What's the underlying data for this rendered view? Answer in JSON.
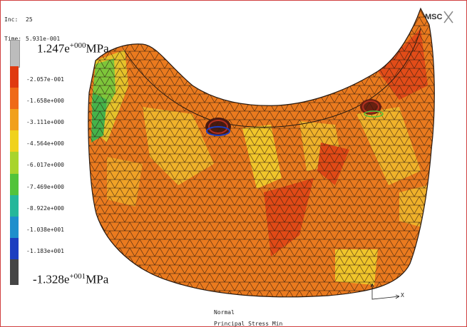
{
  "header": {
    "inc_label": "Inc:",
    "inc_value": "25",
    "time_label": "Time:",
    "time_value": "5.931e-001"
  },
  "logo": {
    "text": "MSC",
    "icon": "msc-x-icon"
  },
  "legend": {
    "max_label": "1.247e",
    "max_exp": "+000",
    "max_unit": "MPa",
    "min_label": "-1.328e",
    "min_exp": "+001",
    "min_unit": "MPa",
    "values": [
      {
        "text": "-2.057e-001",
        "color": "#e03a10"
      },
      {
        "text": "-1.658e+000",
        "color": "#ef6a18"
      },
      {
        "text": "-3.111e+000",
        "color": "#f1a01c"
      },
      {
        "text": "-4.564e+000",
        "color": "#f0d21c"
      },
      {
        "text": "-6.017e+000",
        "color": "#a8d42c"
      },
      {
        "text": "-7.469e+000",
        "color": "#52c33a"
      },
      {
        "text": "-8.922e+000",
        "color": "#25b79a"
      },
      {
        "text": "-1.038e+001",
        "color": "#1e8fcc"
      },
      {
        "text": "-1.183e+001",
        "color": "#1c3ec0"
      }
    ],
    "top_color": "#bcbcbc",
    "bottom_color": "#454545"
  },
  "footer": {
    "line1": "Normal",
    "line2": "Principal Stress Min"
  },
  "axis": {
    "x_label": "X"
  }
}
